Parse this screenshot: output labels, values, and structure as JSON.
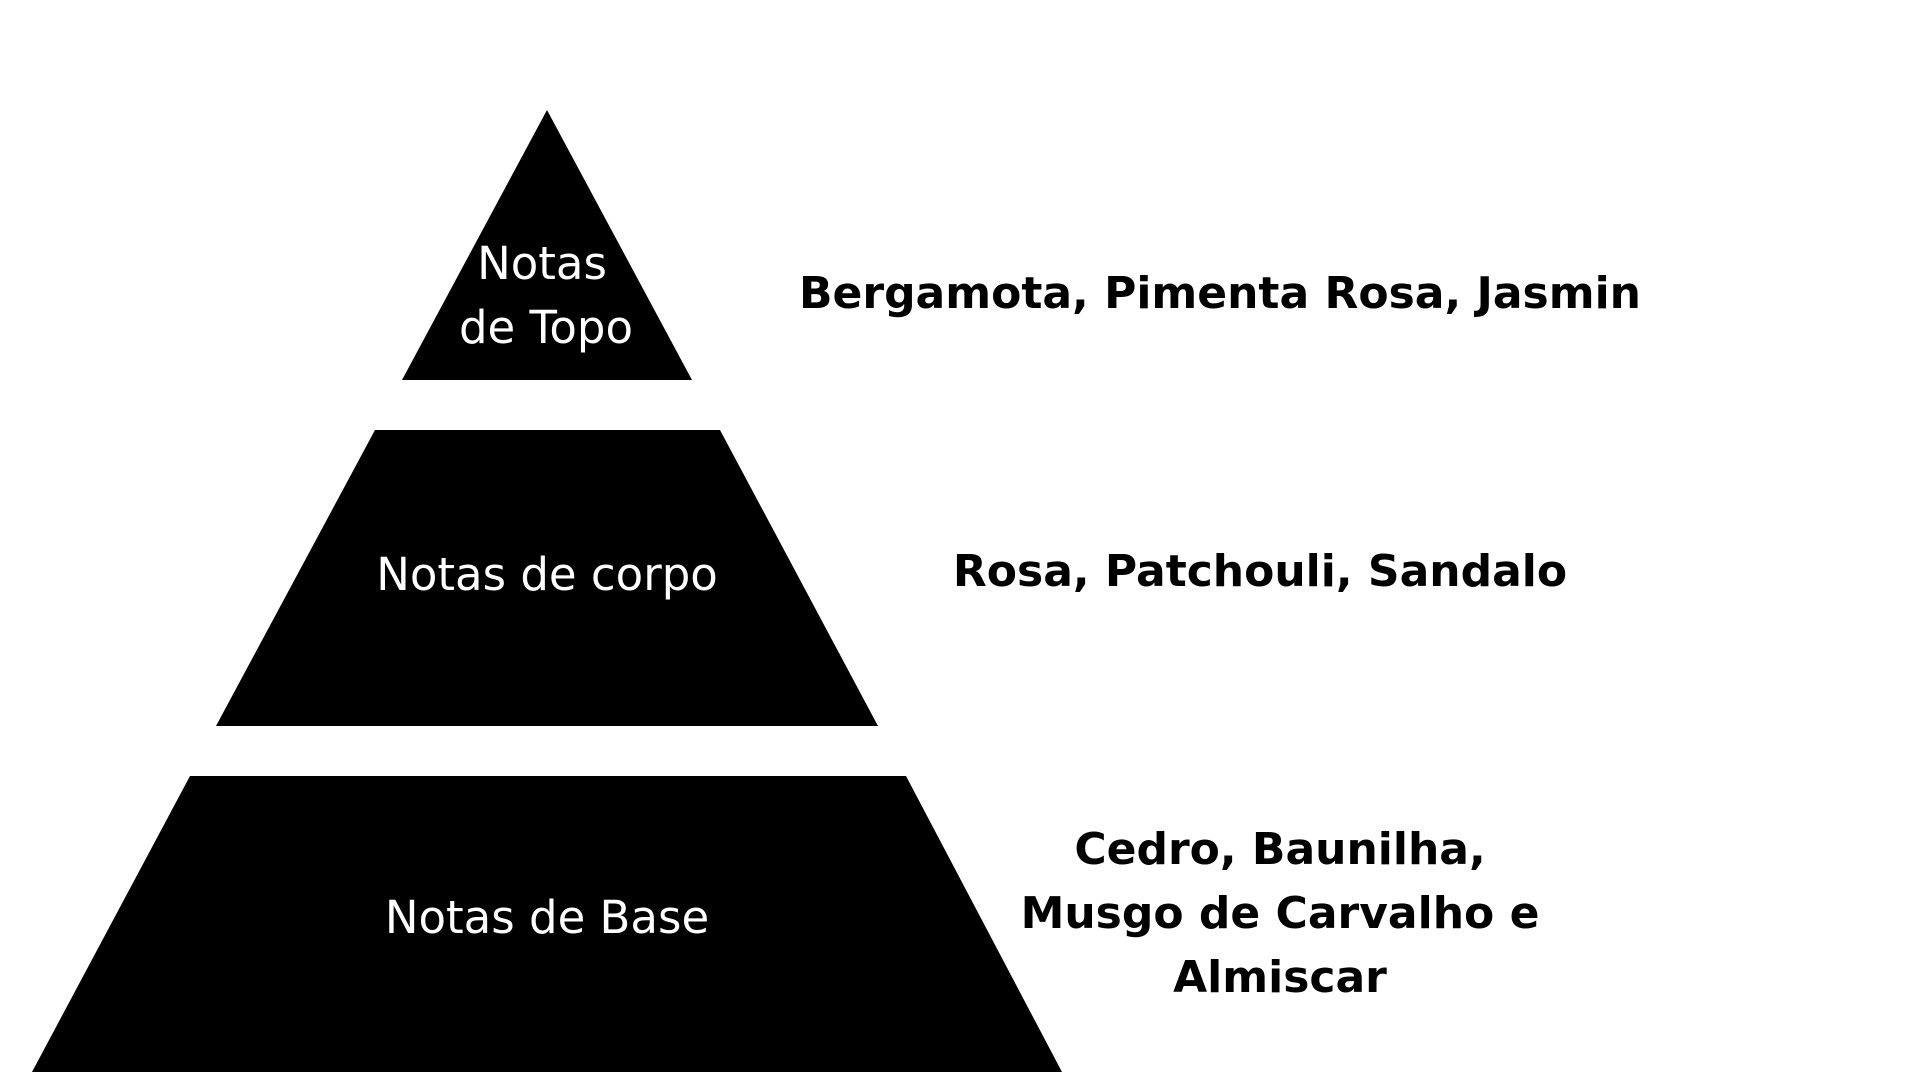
{
  "colors": {
    "background": "#ffffff",
    "pyramid_fill": "#000000",
    "tier_text": "#ffffff",
    "note_text": "#000000"
  },
  "pyramid": {
    "tiers": [
      {
        "label_lines": [
          "Notas",
          "de Topo"
        ],
        "notes_lines": [
          "Bergamota, Pimenta Rosa, Jasmin"
        ]
      },
      {
        "label_lines": [
          "Notas de corpo"
        ],
        "notes_lines": [
          "Rosa, Patchouli, Sandalo"
        ]
      },
      {
        "label_lines": [
          "Notas de Base"
        ],
        "notes_lines": [
          "Cedro, Baunilha,",
          "Musgo de Carvalho e",
          "Almiscar"
        ]
      }
    ]
  }
}
